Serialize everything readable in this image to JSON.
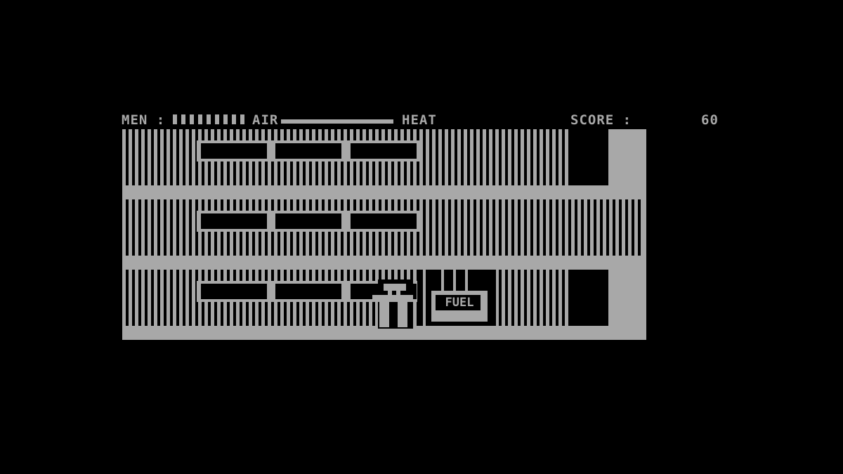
{
  "hud": {
    "men_label": "MEN :",
    "men_count": 9,
    "air_label": "AIR",
    "air_level": 1.0,
    "heat_label": "HEAT",
    "score_label": "SCORE :",
    "score_value": "60"
  },
  "board": {
    "fuel_label": "FUEL"
  },
  "colors": {
    "background": "#000000",
    "foreground": "#a8a8a8"
  }
}
